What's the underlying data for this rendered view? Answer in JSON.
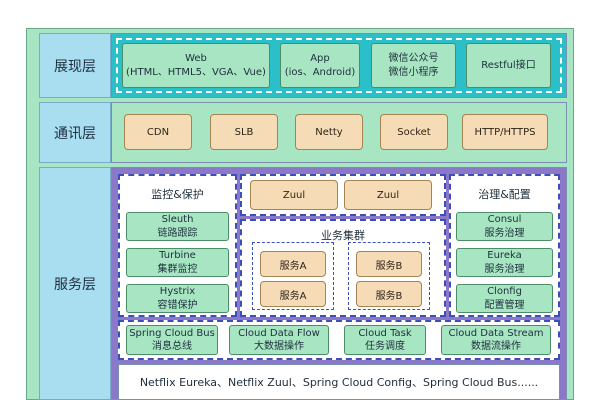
{
  "layers": {
    "presentation": {
      "label": "展现层",
      "items": [
        {
          "line1": "Web",
          "line2": "(HTML、HTML5、VGA、Vue)"
        },
        {
          "line1": "App",
          "line2": "(ios、Android)"
        },
        {
          "line1": "微信公众号",
          "line2": "微信小程序"
        },
        {
          "line1": "Restful接口",
          "line2": ""
        }
      ]
    },
    "communication": {
      "label": "通讯层",
      "items": [
        "CDN",
        "SLB",
        "Netty",
        "Socket",
        "HTTP/HTTPS"
      ]
    },
    "service": {
      "label": "服务层",
      "monitor": {
        "title": "监控&保护",
        "items": [
          {
            "line1": "Sleuth",
            "line2": "链路跟踪"
          },
          {
            "line1": "Turbine",
            "line2": "集群监控"
          },
          {
            "line1": "Hystrix",
            "line2": "容错保护"
          }
        ]
      },
      "gateway": [
        "Zuul",
        "Zuul"
      ],
      "cluster": {
        "title": "业务集群",
        "left": [
          "服务A",
          "服务A"
        ],
        "right": [
          "服务B",
          "服务B"
        ]
      },
      "governance": {
        "title": "治理&配置",
        "items": [
          {
            "line1": "Consul",
            "line2": "服务治理"
          },
          {
            "line1": "Eureka",
            "line2": "服务治理"
          },
          {
            "line1": "Clonfig",
            "line2": "配置管理"
          }
        ]
      },
      "tools": [
        {
          "line1": "Spring Cloud Bus",
          "line2": "消息总线"
        },
        {
          "line1": "Cloud Data Flow",
          "line2": "大数据操作"
        },
        {
          "line1": "Cloud Task",
          "line2": "任务调度"
        },
        {
          "line1": "Cloud Data Stream",
          "line2": "数据流操作"
        }
      ],
      "footer": "Netflix Eureka、Netflix Zuul、Spring Cloud Config、Spring Cloud Bus......"
    }
  },
  "colors": {
    "outer_bg": "#a8e6c3",
    "layer_label_bg": "#a9ddf0",
    "presentation_row_bg": "#2bbfc9",
    "communication_row_bg": "#a8e6c3",
    "service_row_bg": "#8b78c8",
    "green_box": "#a8e6c3",
    "tan_box": "#f6dcb6",
    "dash_border": "#3b4fb8"
  }
}
